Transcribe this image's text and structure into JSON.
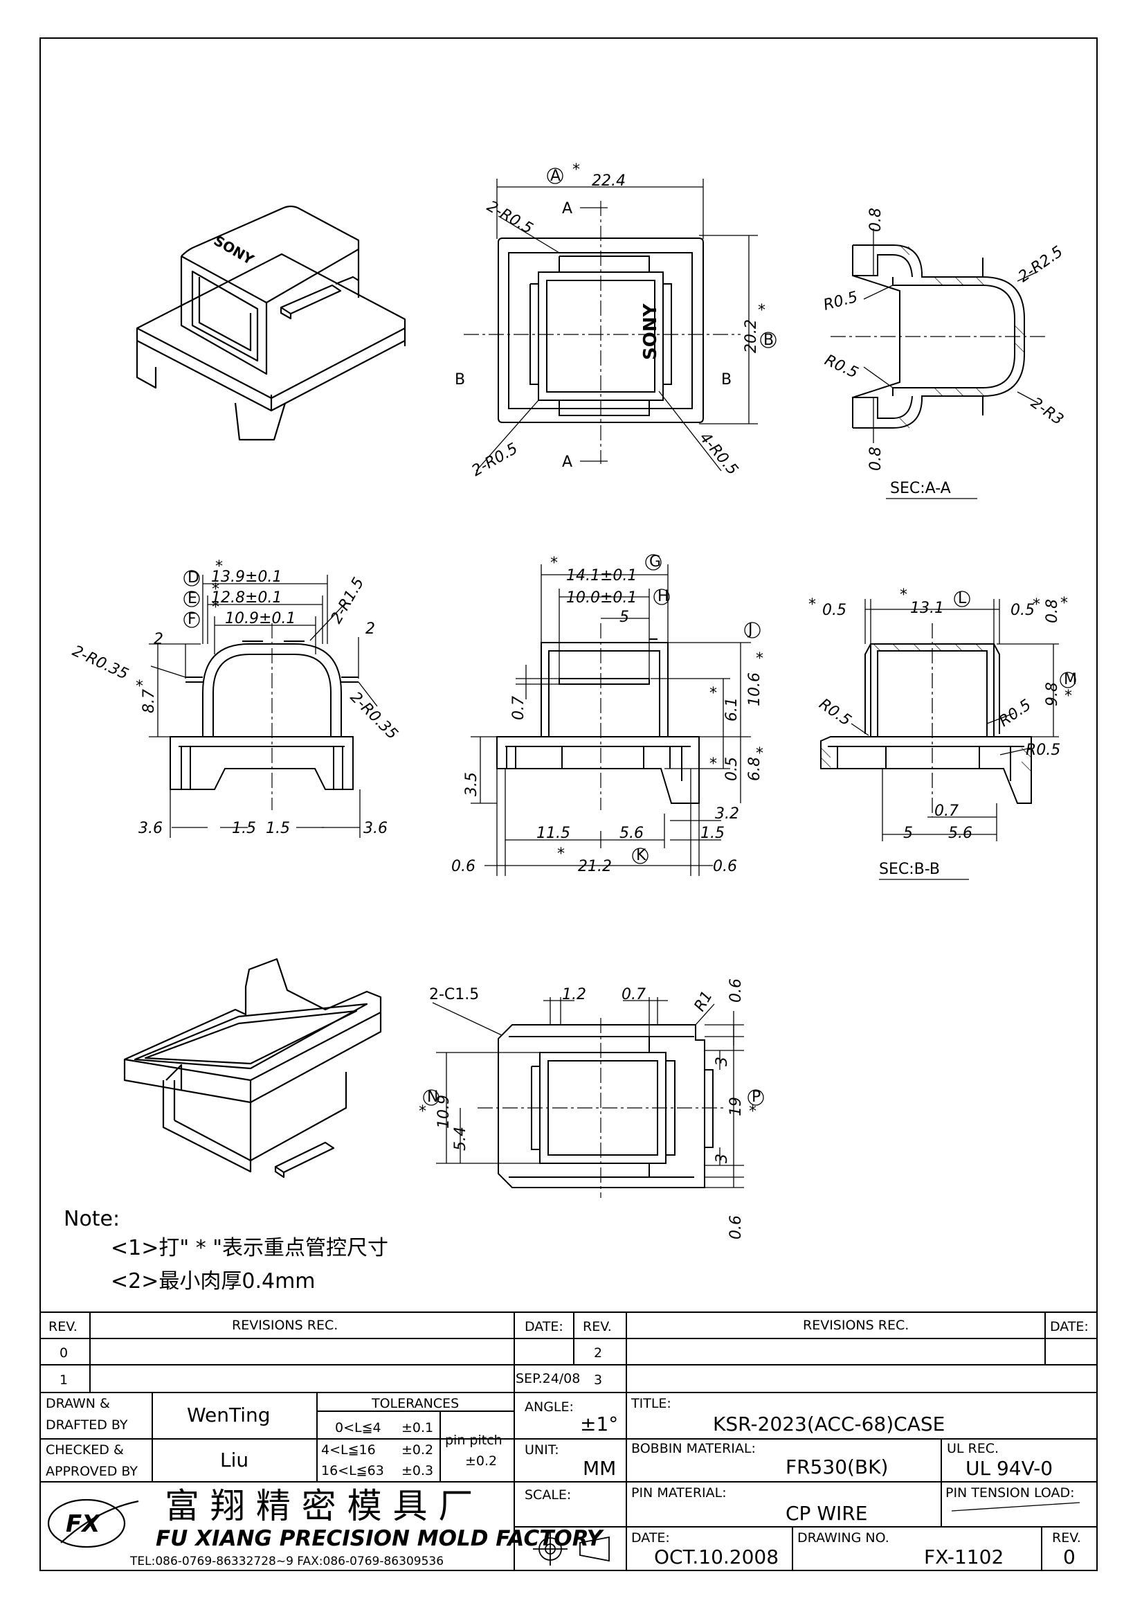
{
  "views": {
    "top": {
      "overall_width": "22.4",
      "overall_height": "20.2",
      "radius_top_left": "2-R0.5",
      "radius_bottom_left": "2-R0.5",
      "radius_inner": "4-R0.5",
      "section_a": "A",
      "section_b": "B",
      "ref_a": "A",
      "ref_b": "B",
      "logo": "SONY",
      "star": "*"
    },
    "iso_top": {
      "logo": "SONY"
    },
    "sec_aa": {
      "title": "SEC:A-A",
      "top_thickness": "0.8",
      "bottom_thickness": "0.8",
      "radius_top": "R0.5",
      "radius_bottom": "R0.5",
      "radius_outer_top": "2-R2.5",
      "radius_outer_bottom": "2-R3"
    },
    "side": {
      "d_13_9": "13.9±0.1",
      "d_12_8": "12.8±0.1",
      "d_10_9": "10.9±0.1",
      "ref_d": "D",
      "ref_e": "E",
      "ref_f": "F",
      "r_1_5": "2-R1.5",
      "r_0_35_left": "2-R0.35",
      "r_0_35_right": "2-R0.35",
      "two_left": "2",
      "two_right": "2",
      "height": "8.7",
      "left_36": "3.6",
      "right_36": "3.6",
      "mid_15_a": "1.5",
      "mid_15_b": "1.5",
      "star": "*"
    },
    "front": {
      "d_14_1": "14.1±0.1",
      "d_10_0": "10.0±0.1",
      "d_5": "5",
      "ref_g": "G",
      "ref_h": "H",
      "ref_j": "J",
      "ref_k": "K",
      "d_10_6": "10.6",
      "d_6_1": "6.1",
      "d_0_7": "0.7",
      "d_0_5": "0.5",
      "d_6_8": "6.8",
      "d_3_5": "3.5",
      "d_11_5": "11.5",
      "d_5_6": "5.6",
      "d_3_2": "3.2",
      "d_1_5": "1.5",
      "d_0_6_left": "0.6",
      "d_21_2": "21.2",
      "d_0_6_right": "0.6",
      "star": "*"
    },
    "sec_bb": {
      "title": "SEC:B-B",
      "d_13_1": "13.1",
      "ref_l": "L",
      "ref_m": "M",
      "d_0_5_left": "0.5",
      "d_0_5_right": "0.5",
      "d_0_8": "0.8",
      "d_9_8": "9.8",
      "r_left": "R0.5",
      "r_mid": "R0.5",
      "r_right": "R0.5",
      "d_0_7": "0.7",
      "d_5": "5",
      "d_5_6": "5.6",
      "star": "*"
    },
    "bottom": {
      "chamfer": "2-C1.5",
      "d_1_2": "1.2",
      "d_0_7": "0.7",
      "r1": "R1",
      "d_0_6_top": "0.6",
      "d_3_top": "3",
      "d_3_bottom": "3",
      "d_19": "19",
      "d_0_6_bottom": "0.6",
      "d_10_9": "10.9",
      "d_5_4": "5.4",
      "ref_n": "N",
      "ref_p": "P",
      "star": "*"
    }
  },
  "notes": {
    "heading": "Note:",
    "line1": "<1>打\" * \"表示重点管控尺寸",
    "line2": "<2>最小肉厚0.4mm"
  },
  "title_block": {
    "rev_header": "REV.",
    "revisions_header": "REVISIONS  REC.",
    "date_header": "DATE:",
    "rev_header_2": "REV.",
    "revisions_header_2": "REVISIONS  REC.",
    "date_header_2": "DATE:",
    "rev0": "0",
    "rev1": "1",
    "rev1_date": "SEP.24/08",
    "rev2": "2",
    "rev3": "3",
    "drawn_label_1": "DRAWN &",
    "drawn_label_2": "DRAFTED BY",
    "drawn_by": "WenTing",
    "checked_label_1": "CHECKED &",
    "checked_label_2": "APPROVED BY",
    "checked_by": "Liu",
    "tolerances_label": "TOLERANCES",
    "tol1": "0<L≦4",
    "tol1v": "±0.1",
    "tol2": "4<L≦16",
    "tol2v": "±0.2",
    "tol3": "16<L≦63",
    "tol3v": "±0.3",
    "pin_pitch_label": "pin pitch",
    "pin_pitch_value": "±0.2",
    "angle_label": "ANGLE:",
    "angle_value": "±1°",
    "unit_label": "UNIT:",
    "unit_value": "MM",
    "scale_label": "SCALE:",
    "title_label": "TITLE:",
    "title_value": "KSR-2023(ACC-68)CASE",
    "bobbin_label": "BOBBIN MATERIAL:",
    "bobbin_value": "FR530(BK)",
    "ul_label": "UL REC.",
    "ul_value": "UL 94V-0",
    "pin_material_label": "PIN MATERIAL:",
    "pin_material_value": "CP WIRE",
    "pin_tension_label": "PIN TENSION LOAD:",
    "date_label": "DATE:",
    "date_value": "OCT.10.2008",
    "drawing_no_label": "DRAWING NO.",
    "drawing_no_value": "FX-1102",
    "rev_label": "REV.",
    "rev_value": "0",
    "company_cn": "富 翔 精 密 模 具 厂",
    "company_en": "FU XIANG PRECISION MOLD FACTORY",
    "contact": "TEL:086-0769-86332728~9  FAX:086-0769-86309536",
    "logo_text": "FX"
  }
}
